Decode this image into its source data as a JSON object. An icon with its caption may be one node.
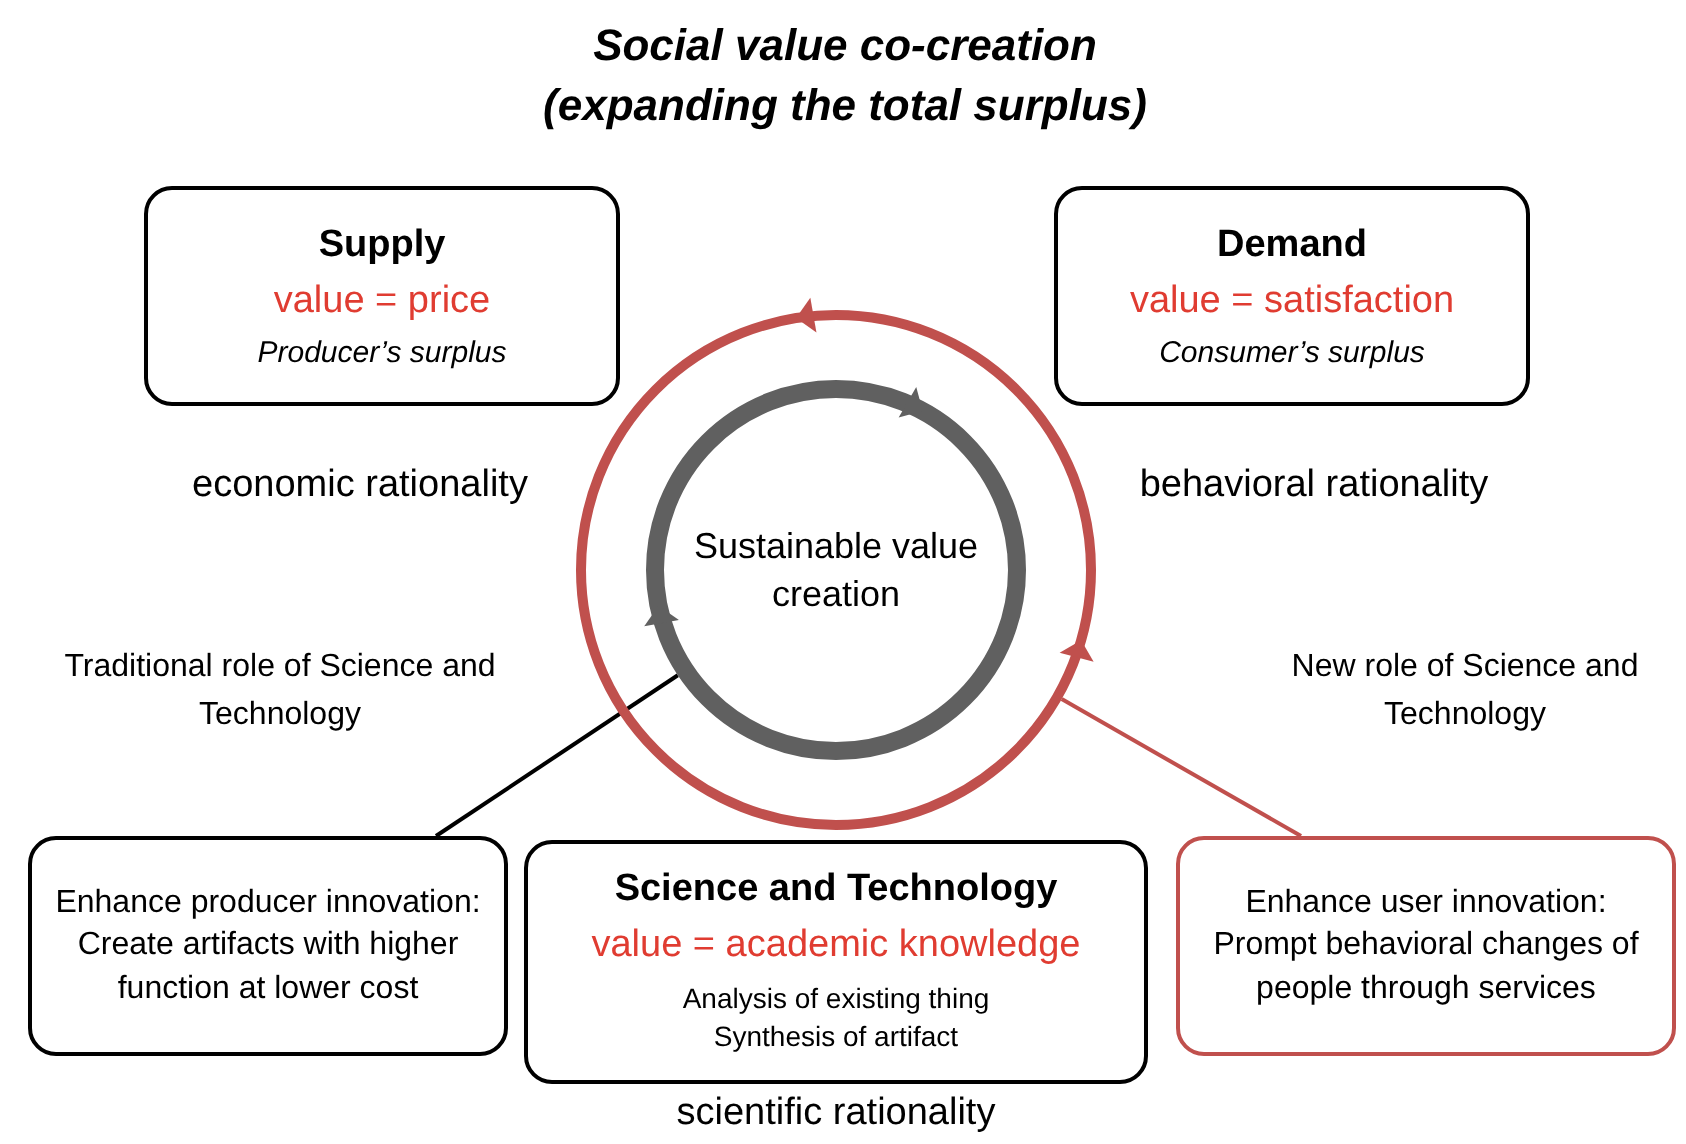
{
  "diagram": {
    "title": "Social value co-creation (expanding the total surplus)",
    "nodes": [
      {
        "text": [
          "Supply",
          "value = price",
          "Producer’s surplus"
        ],
        "beside": [
          "economic rationality"
        ]
      },
      {
        "text": [
          "Demand",
          "value = satisfaction",
          "Consumer’s surplus"
        ],
        "beside": [
          "behavioral rationality"
        ]
      },
      {
        "text": [],
        "shape": "circle"
      },
      {
        "text": [
          "Sustainable value creation"
        ],
        "in": 2
      },
      {
        "text": [
          "Science and Technology",
          "value = academic knowledge",
          "Analysis of existing thing",
          "Synthesis of artifact"
        ],
        "beside": [
          "scientific rationality"
        ]
      },
      {
        "text": [
          "Enhance producer innovation: Create artifacts with higher function at lower cost"
        ]
      },
      {
        "text": [
          "Enhance user innovation: Prompt behavioral changes of people through services"
        ]
      }
    ],
    "edges": [
      {
        "from": 5,
        "to": 3,
        "arrow": "none",
        "label": "Traditional role of Science and Technology"
      },
      {
        "from": 6,
        "to": 2,
        "arrow": "none",
        "label": "New role of Science and Technology",
        "color": "#c0504d"
      }
    ]
  }
}
